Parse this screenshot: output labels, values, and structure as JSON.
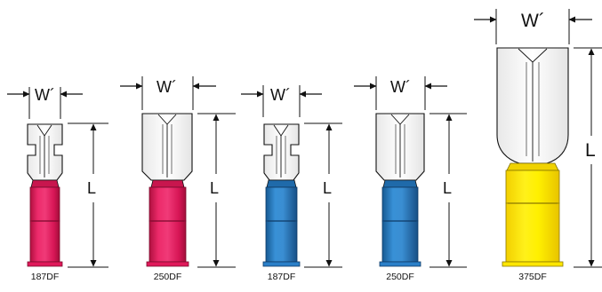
{
  "terminals": [
    {
      "label": "187DF",
      "width_symbol": "W´",
      "length_symbol": "L",
      "insulation_color": "#e0195a"
    },
    {
      "label": "250DF",
      "width_symbol": "W´",
      "length_symbol": "L",
      "insulation_color": "#e0195a"
    },
    {
      "label": "187DF",
      "width_symbol": "W´",
      "length_symbol": "L",
      "insulation_color": "#2a7fc8"
    },
    {
      "label": "250DF",
      "width_symbol": "W´",
      "length_symbol": "L",
      "insulation_color": "#2a7fc8"
    },
    {
      "label": "375DF",
      "width_symbol": "W´",
      "length_symbol": "L",
      "insulation_color": "#ffe600"
    }
  ]
}
